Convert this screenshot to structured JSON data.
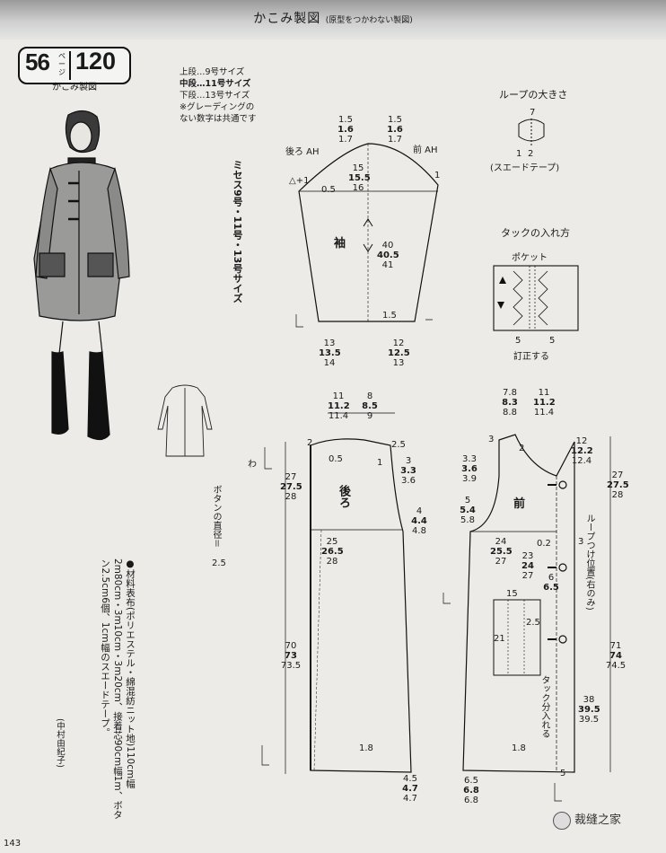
{
  "header": {
    "title": "かこみ製図",
    "subtitle": "(原型をつかわない製図)"
  },
  "badge": {
    "page": "56",
    "unit": "ページ",
    "number": "120",
    "subtitle": "かこみ製図"
  },
  "size_legend": {
    "line1": "上段…9号サイズ",
    "line2": "中段…11号サイズ",
    "line3": "下段…13号サイズ",
    "line4": "※グレーディングの",
    "line5": "ない数字は共通です"
  },
  "vertical_size_label": "ミセス9号・11号・13号サイズ",
  "sleeve": {
    "label": "袖",
    "back_ah": "後ろ AH",
    "front_ah": "前 AH",
    "cap_left": [
      "1.5",
      "1.6",
      "1.7"
    ],
    "cap_right": [
      "1.5",
      "1.6",
      "1.7"
    ],
    "cap_height": [
      "15",
      "15.5",
      "16"
    ],
    "plus1": "△+1",
    "v05": "0.5",
    "v1": "1",
    "length": [
      "40",
      "40.5",
      "41"
    ],
    "v15": "1.5",
    "hem_left": [
      "13",
      "13.5",
      "14"
    ],
    "hem_right": [
      "12",
      "12.5",
      "13"
    ]
  },
  "loop": {
    "title": "ループの大きさ",
    "v7": "7",
    "v1": "1",
    "v2": "2",
    "note": "(スエードテープ)"
  },
  "tuck": {
    "title": "タックの入れ方",
    "pocket": "ポケット",
    "v5a": "5",
    "v5b": "5",
    "note": "訂正する"
  },
  "back_body": {
    "label": "後ろ",
    "width_left": [
      "11",
      "11.2",
      "11.4"
    ],
    "width_right": [
      "8",
      "8.5",
      "9"
    ],
    "v2": "2",
    "v05": "0.5",
    "v25": "2.5",
    "v1": "1",
    "armhole_left": [
      "27",
      "27.5",
      "28"
    ],
    "shoulder_right": [
      "3",
      "3.3",
      "3.6"
    ],
    "underarm_right": [
      "4",
      "4.4",
      "4.8"
    ],
    "bust": [
      "25",
      "26.5",
      "28"
    ],
    "length": [
      "70",
      "73",
      "73.5"
    ],
    "hem": "1.8",
    "side_hem": [
      "4.5",
      "4.7",
      "4.7"
    ],
    "fold": "わ"
  },
  "button_note": {
    "text": "ボタンの直径＝",
    "value": "2.5"
  },
  "front_body": {
    "label": "前",
    "width_left": [
      "7.8",
      "8.3",
      "8.8"
    ],
    "width_right": [
      "11",
      "11.2",
      "11.4"
    ],
    "v3": "3",
    "v2": "2",
    "neck_right": [
      "12",
      "12.2",
      "12.4"
    ],
    "shoulder_left": [
      "3.3",
      "3.6",
      "3.9"
    ],
    "armhole_left": [
      "5",
      "5.4",
      "5.8"
    ],
    "bust": [
      "24",
      "25.5",
      "27"
    ],
    "pocket_pos": [
      "23",
      "24",
      "27"
    ],
    "v02": "0.2",
    "v3b": "3",
    "v6": "6",
    "v65": "6.5",
    "v15": "15",
    "v25": "2.5",
    "v21": "21",
    "armhole_right": [
      "27",
      "27.5",
      "28"
    ],
    "length_right": [
      "71",
      "74",
      "74.5"
    ],
    "hem_side": [
      "38",
      "39.5",
      "39.5"
    ],
    "hem_left": [
      "6.5",
      "6.8",
      "6.8"
    ],
    "hem": "1.8",
    "v5": "5",
    "loop_note": "ループつけ位置(右のみ)",
    "tuck_note": "タック分入れる"
  },
  "materials": {
    "title": "●材料",
    "text": "表布(ポリエステル・綿混紡ニット地)110cm幅2m80cm・3m10cm・3m20cm、接着芯90cm幅1m、ボタン2.5cm6個、1cm幅のスエードテープ。",
    "author": "(中村由紀子)"
  },
  "watermark": "裁缝之家",
  "page_number": "143"
}
